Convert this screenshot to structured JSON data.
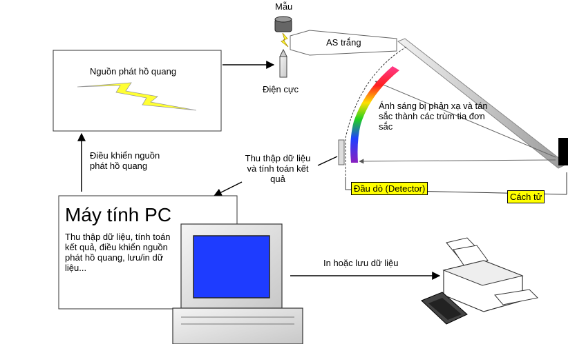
{
  "labels": {
    "sample": "Mẫu",
    "white_light": "AS trắng",
    "electrode": "Điện cực",
    "arc_source": "Nguồn phát hồ quang",
    "reflected_light": "Ánh sáng bị phản xạ và tán sắc thành các trùm tia đơn sắc",
    "collect_data": "Thu thập dữ liệu và tính toán kết quả",
    "control_source": "Điều khiển nguồn phát hồ quang",
    "detector": "Đầu dò (Detector)",
    "grating": "Cách tử",
    "pc_title": "Máy tính PC",
    "pc_desc": "Thu thập dữ liệu, tính toán kết quả, điều khiển nguồn phát hồ quang, lưu/in dữ liệu...",
    "print_save": "In hoặc lưu dữ liệu"
  },
  "colors": {
    "lightning": "#ffff33",
    "screen": "#1e3cff",
    "highlight": "#ffff00"
  }
}
